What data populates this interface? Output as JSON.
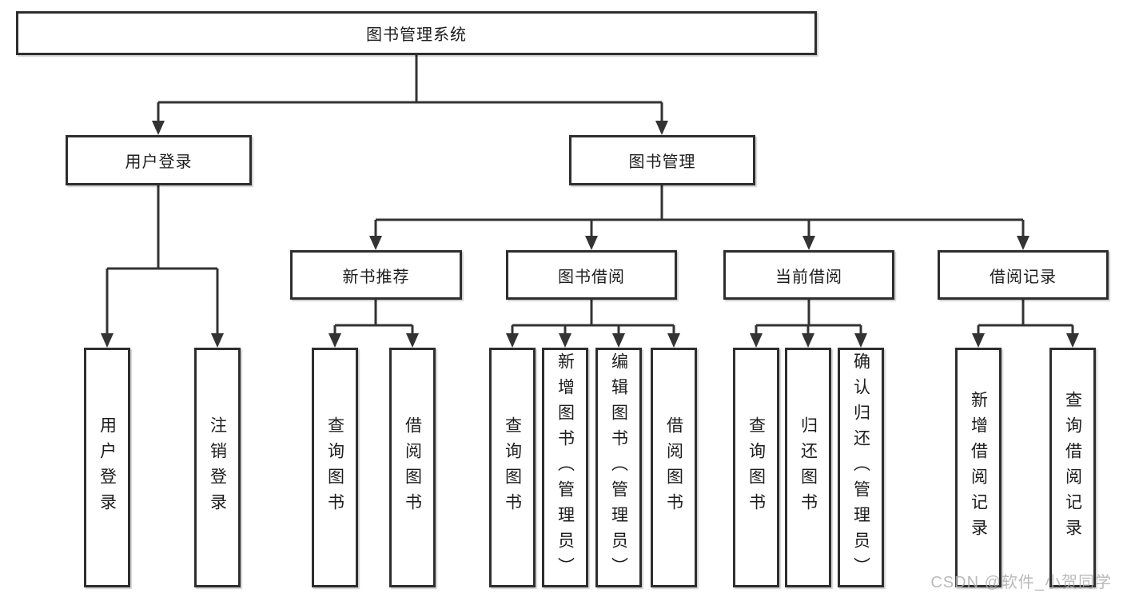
{
  "tree": {
    "root": "图书管理系统",
    "branches": [
      {
        "label": "用户登录",
        "children": [
          {
            "label": "用户登录"
          },
          {
            "label": "注销登录"
          }
        ]
      },
      {
        "label": "图书管理",
        "children": [
          {
            "label": "新书推荐",
            "children": [
              {
                "label": "查询图书"
              },
              {
                "label": "借阅图书"
              }
            ]
          },
          {
            "label": "图书借阅",
            "children": [
              {
                "label": "查询图书"
              },
              {
                "label": "新增图书（管理员）"
              },
              {
                "label": "编辑图书（管理员）"
              },
              {
                "label": "借阅图书"
              }
            ]
          },
          {
            "label": "当前借阅",
            "children": [
              {
                "label": "查询图书"
              },
              {
                "label": "归还图书"
              },
              {
                "label": "确认归还（管理员）"
              }
            ]
          },
          {
            "label": "借阅记录",
            "children": [
              {
                "label": "新增借阅记录"
              },
              {
                "label": "查询借阅记录"
              }
            ]
          }
        ]
      }
    ]
  },
  "watermark": {
    "text": "CSDN @软件_小贺同学"
  },
  "colors": {
    "line": "#333333",
    "border": "#2e2e2e",
    "text": "#1d1d1d",
    "watermark": "#aeaeae"
  }
}
